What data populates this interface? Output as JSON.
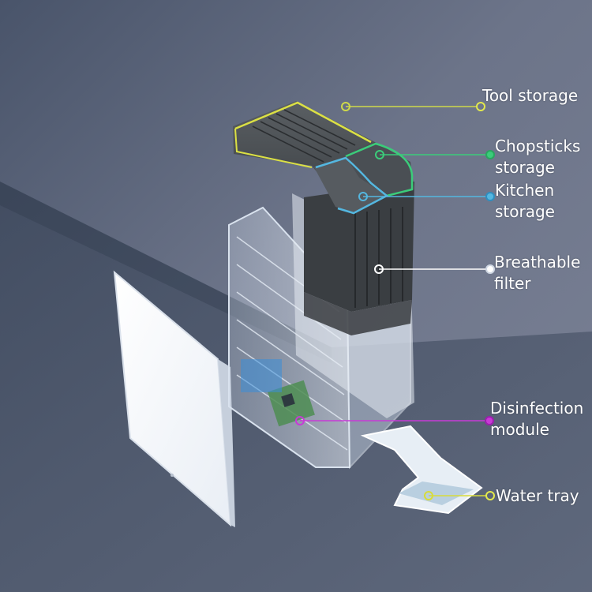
{
  "annotations": [
    {
      "id": "tool-storage",
      "label": "Tool storage",
      "color": "#cfd94a"
    },
    {
      "id": "chopsticks-storage",
      "label": "Chopsticks\nstorage",
      "color": "#3bcc7a"
    },
    {
      "id": "kitchen-storage",
      "label": "Kitchen\nstorage",
      "color": "#54b7e0"
    },
    {
      "id": "breathable-filter",
      "label": "Breathable\nfilter",
      "color": "#ffffff"
    },
    {
      "id": "disinfection-module",
      "label": "Disinfection\nmodule",
      "color": "#c73ad6"
    },
    {
      "id": "water-tray",
      "label": "Water tray",
      "color": "#d8dc3a"
    }
  ]
}
